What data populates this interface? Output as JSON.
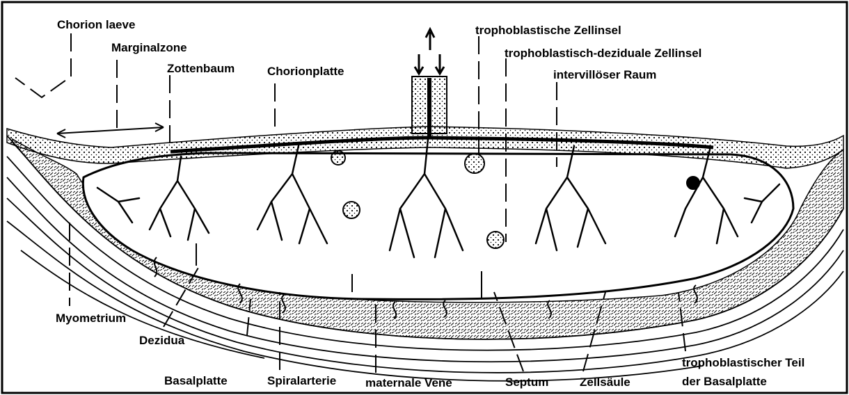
{
  "labels": {
    "chorion_laeve": "Chorion laeve",
    "marginalzone": "Marginalzone",
    "zottenbaum": "Zottenbaum",
    "chorionplatte": "Chorionplatte",
    "tropho_zellinsel": "trophoblastische Zellinsel",
    "tropho_dez_zellinsel": "trophoblastisch-deziduale Zellinsel",
    "intervilloeser_raum": "intervillöser Raum",
    "myometrium": "Myometrium",
    "dezidua": "Dezidua",
    "basalplatte": "Basalplatte",
    "spiralarterie": "Spiralarterie",
    "maternale_vene": "maternale Vene",
    "septum": "Septum",
    "zellsaeule": "Zellsäule",
    "tropho_teil_line1": "trophoblastischer Teil",
    "tropho_teil_line2": "der Basalplatte"
  },
  "colors": {
    "ink": "#000000",
    "paper": "#ffffff"
  }
}
